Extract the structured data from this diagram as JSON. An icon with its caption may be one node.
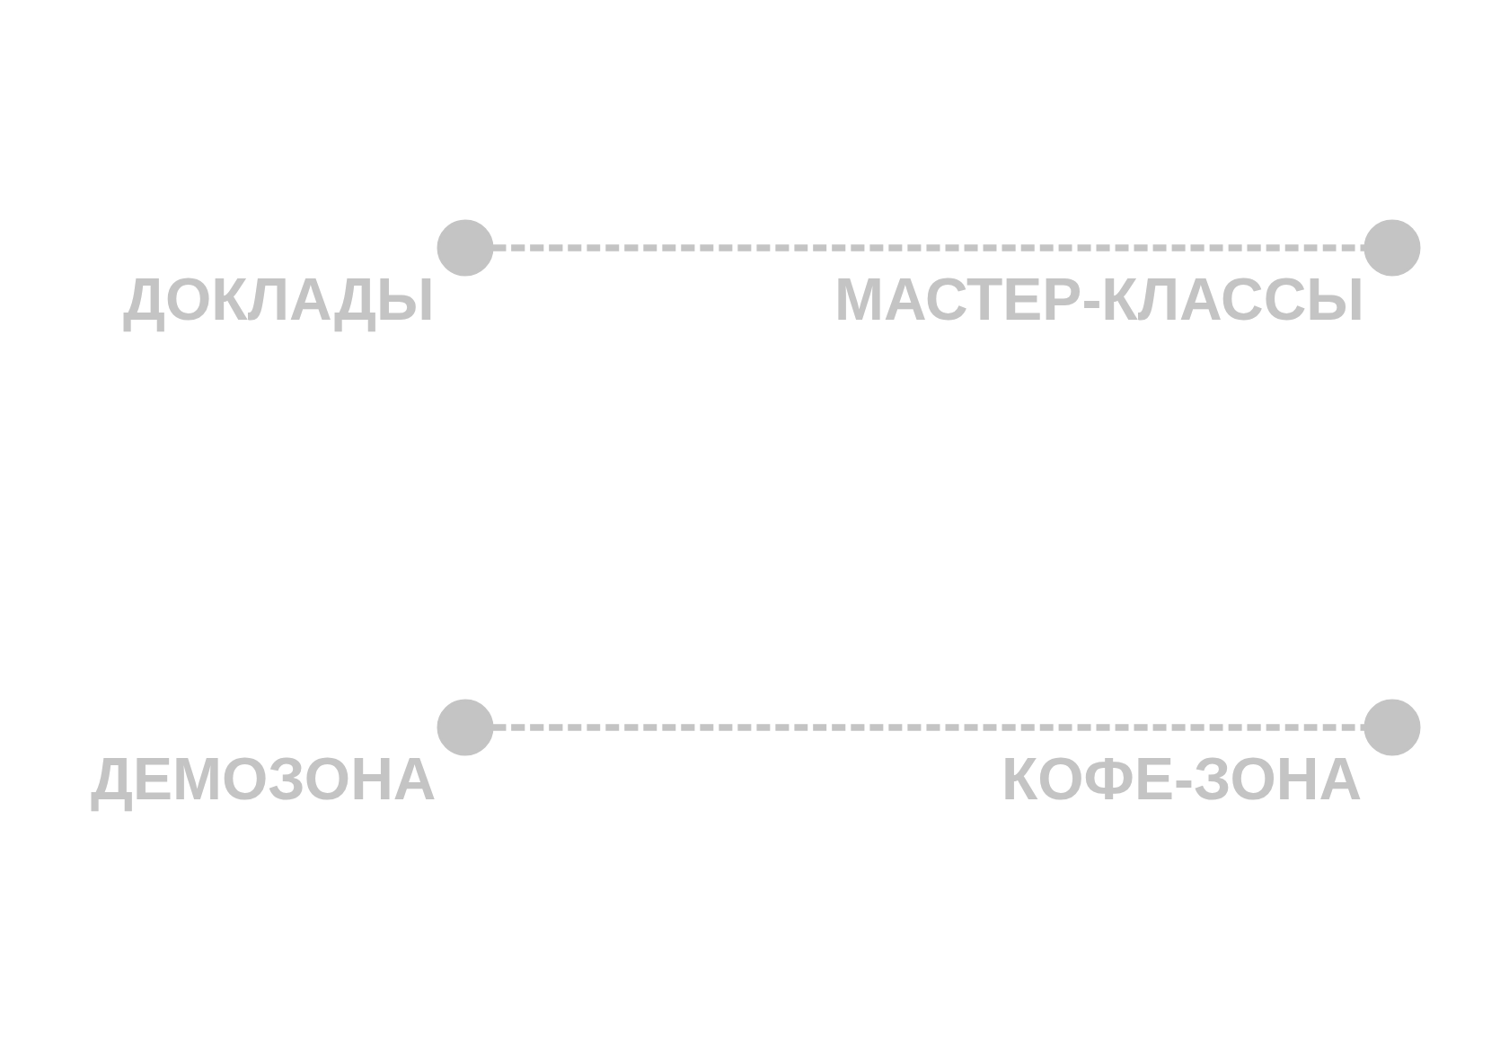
{
  "diagram": {
    "nodes": [
      {
        "text": [],
        "shape": "circle",
        "beside": [
          "ДЕМОЗОНА"
        ]
      },
      {
        "text": [],
        "shape": "circle",
        "beside": [
          "МАСТЕР-КЛАССЫ"
        ]
      },
      {
        "text": [],
        "shape": "circle",
        "beside": [
          "КОФЕ-ЗОНА"
        ]
      },
      {
        "text": [],
        "shape": "circle",
        "beside": [
          "ДОКЛАДЫ"
        ]
      }
    ],
    "edges": [
      {
        "from": 0,
        "to": 2,
        "arrow": "none",
        "style": "dashed"
      },
      {
        "from": 3,
        "to": 1,
        "arrow": "none",
        "style": "dashed"
      }
    ]
  }
}
